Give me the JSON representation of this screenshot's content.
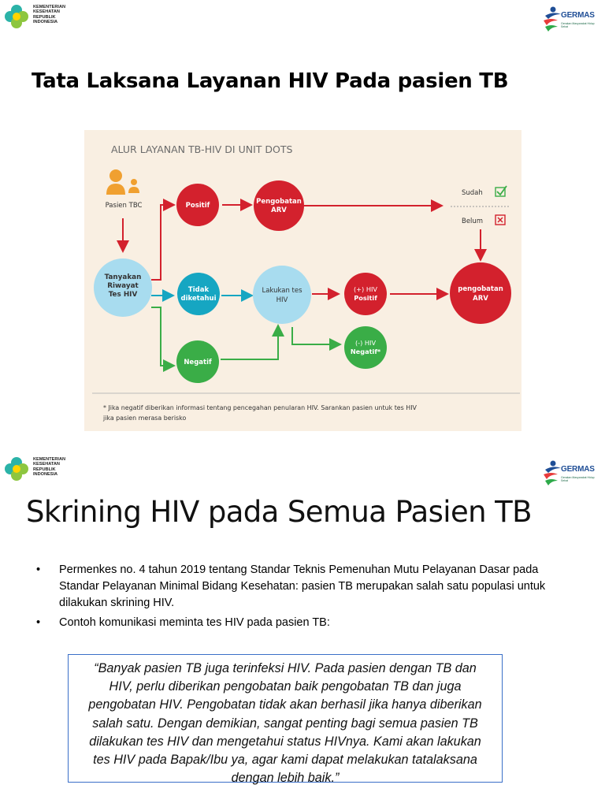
{
  "logos": {
    "kemenkes_text": [
      "KEMENTERIAN",
      "KESEHATAN",
      "REPUBLIK",
      "INDONESIA"
    ],
    "germas_word": "GERMAS",
    "germas_sub": "Gerakan Masyarakat Hidup Sehat"
  },
  "slide1": {
    "title": "Tata Laksana Layanan HIV Pada pasien TB",
    "flow": {
      "heading": "ALUR LAYANAN TB-HIV DI UNIT DOTS",
      "pasien": "Pasien TBC",
      "tanyakan": [
        "Tanyakan",
        "Riwayat",
        "Tes HIV"
      ],
      "positif": "Positif",
      "pengobatan_arv_top": [
        "Pengobatan",
        "ARV"
      ],
      "tidak_diketahui": [
        "Tidak",
        "diketahui"
      ],
      "lakukan_tes": [
        "Lakukan tes",
        "HIV"
      ],
      "hiv_positif": [
        "(+) HIV",
        "Positif"
      ],
      "pengobatan_arv_right": [
        "pengobatan",
        "ARV"
      ],
      "negatif": "Negatif",
      "hiv_negatif": [
        "(-) HIV",
        "Negatif*"
      ],
      "sudah": "Sudah",
      "belum": "Belum",
      "footnote": [
        "* Jika negatif diberikan informasi tentang pencegahan penularan HIV. Sarankan pasien untuk tes HIV",
        "jika pasien merasa berisko"
      ],
      "colors": {
        "red": "#d3212d",
        "blue_light": "#a8dcef",
        "teal": "#16a6c2",
        "green": "#3aad47",
        "orange": "#f0a030",
        "bg": "#f9efe2"
      }
    }
  },
  "slide2": {
    "title": "Skrining HIV pada Semua Pasien TB",
    "bullets": [
      "Permenkes no. 4 tahun 2019 tentang Standar Teknis Pemenuhan Mutu Pelayanan Dasar pada Standar Pelayanan Minimal Bidang Kesehatan: pasien TB merupakan salah satu populasi untuk dilakukan skrining HIV.",
      "Contoh komunikasi meminta tes HIV pada pasien TB:"
    ],
    "bullet_symbol": "•",
    "quote": "“Banyak pasien TB juga terinfeksi HIV. Pada pasien dengan TB dan HIV, perlu diberikan pengobatan baik pengobatan TB dan juga pengobatan HIV. Pengobatan tidak akan berhasil jika hanya diberikan salah satu. Dengan demikian, sangat penting bagi semua pasien TB dilakukan tes HIV dan mengetahui status HIVnya. Kami akan lakukan tes HIV pada Bapak/Ibu ya, agar kami dapat melakukan tatalaksana dengan lebih baik.”"
  }
}
